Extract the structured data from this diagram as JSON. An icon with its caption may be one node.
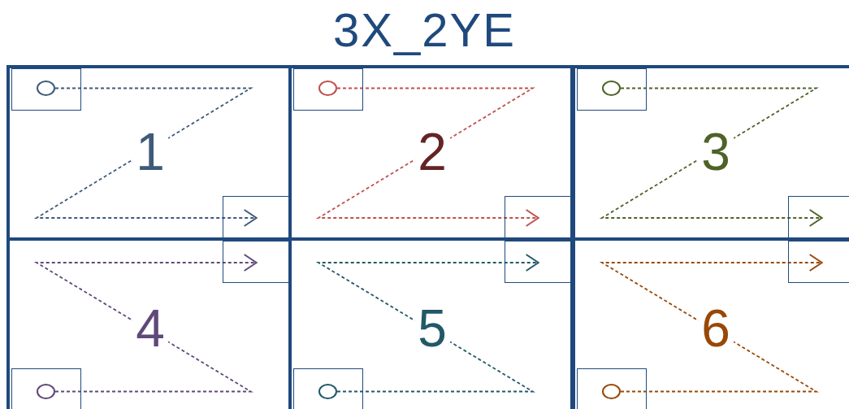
{
  "diagram": {
    "title": "3X_2YE",
    "nodes": [
      {
        "text": [
          "1"
        ]
      },
      {
        "text": [],
        "shape": "box",
        "in": 0
      },
      {
        "text": [],
        "shape": "circle",
        "in": 1
      },
      {
        "text": [],
        "shape": "box",
        "in": 0
      },
      {
        "text": [
          "2"
        ]
      },
      {
        "text": [],
        "shape": "box",
        "in": 4
      },
      {
        "text": [],
        "shape": "circle",
        "in": 5
      },
      {
        "text": [],
        "shape": "box",
        "in": 4
      },
      {
        "text": [
          "3"
        ]
      },
      {
        "text": [],
        "shape": "box",
        "in": 8
      },
      {
        "text": [],
        "shape": "circle",
        "in": 9
      },
      {
        "text": [],
        "shape": "box",
        "in": 8
      },
      {
        "text": [
          "4"
        ]
      },
      {
        "text": [],
        "shape": "box",
        "in": 12
      },
      {
        "text": [],
        "shape": "circle",
        "in": 13
      },
      {
        "text": [],
        "shape": "box",
        "in": 12
      },
      {
        "text": [
          "5"
        ]
      },
      {
        "text": [],
        "shape": "box",
        "in": 16
      },
      {
        "text": [],
        "shape": "circle",
        "in": 17
      },
      {
        "text": [],
        "shape": "box",
        "in": 16
      },
      {
        "text": [
          "6"
        ]
      },
      {
        "text": [],
        "shape": "box",
        "in": 20
      },
      {
        "text": [],
        "shape": "circle",
        "in": 21
      },
      {
        "text": [],
        "shape": "box",
        "in": 20
      }
    ],
    "edges": [
      {
        "from": 2,
        "to": 3,
        "arrow": "to",
        "style": "dashed",
        "color": "#3f5a7a"
      },
      {
        "from": 6,
        "to": 7,
        "arrow": "to",
        "style": "dashed",
        "color": "#c0504d"
      },
      {
        "from": 10,
        "to": 11,
        "arrow": "to",
        "style": "dashed",
        "color": "#4f6228"
      },
      {
        "from": 14,
        "to": 15,
        "arrow": "to",
        "style": "dashed",
        "color": "#5f497a"
      },
      {
        "from": 18,
        "to": 19,
        "arrow": "to",
        "style": "dashed",
        "color": "#215967"
      },
      {
        "from": 22,
        "to": 23,
        "arrow": "to",
        "style": "dashed",
        "color": "#984807"
      }
    ]
  }
}
